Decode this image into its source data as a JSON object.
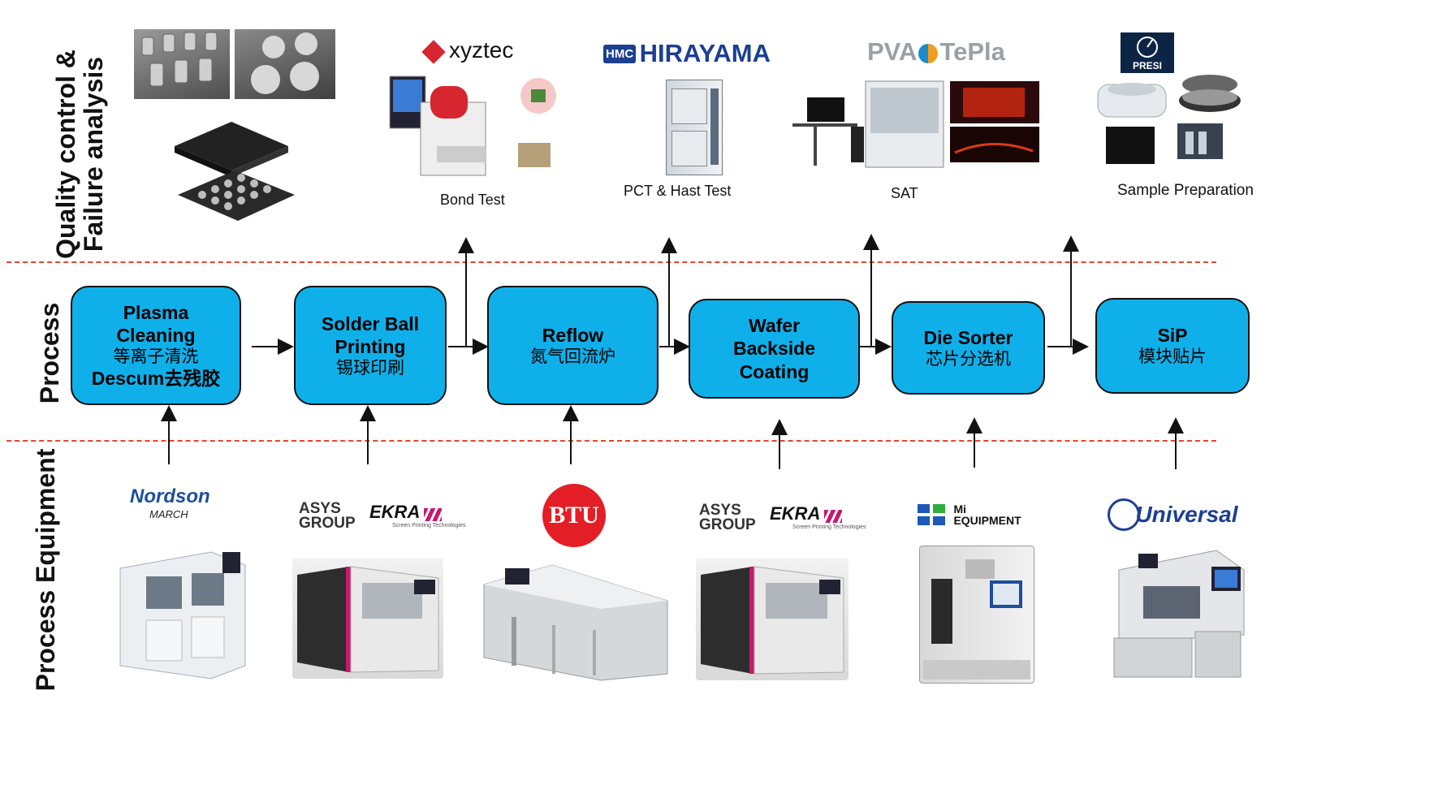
{
  "row_labels": {
    "qc_line1": "Quality  control &",
    "qc_line2": "Failure analysis",
    "process": "Process",
    "equipment": "Process Equipment"
  },
  "processes": [
    {
      "lines": [
        "Plasma",
        "Cleaning"
      ],
      "cn": "等离子清洗",
      "extra": "Descum去残胶"
    },
    {
      "lines": [
        "Solder Ball",
        "Printing"
      ],
      "cn": "锡球印刷",
      "extra": ""
    },
    {
      "lines": [
        "Reflow"
      ],
      "cn": "氮气回流炉",
      "extra": ""
    },
    {
      "lines": [
        "Wafer",
        "Backside",
        "Coating"
      ],
      "cn": "",
      "extra": ""
    },
    {
      "lines": [
        "Die Sorter"
      ],
      "cn": "芯片分选机",
      "extra": ""
    },
    {
      "lines": [
        "SiP"
      ],
      "cn": "模块贴片",
      "extra": ""
    }
  ],
  "qc_items": {
    "bond_test": "Bond Test",
    "pct_hast": "PCT & Hast Test",
    "sat": "SAT",
    "sample_prep": "Sample Preparation"
  },
  "qc_logos": {
    "xyztec": "xyztec",
    "hirayama_badge": "HMC",
    "hirayama": "HIRAYAMA",
    "pva": "PVA",
    "tepla": "TePla",
    "presi": "PRESI"
  },
  "equipment_logos": {
    "nordson": "Nordson",
    "nordson_sub": "MARCH",
    "asys_1": "ASYS",
    "asys_2": "GROUP",
    "ekra": "EKRA",
    "ekra_sub": "Screen Printing Technologies",
    "btu": "BTU",
    "mi_1": "Mi",
    "mi_2": "EQUIPMENT",
    "universal": "Universal"
  },
  "colors": {
    "process_fill": "#0fb0ea",
    "divider": "#e8452c",
    "xyztec_red": "#d7262f",
    "hirayama_blue": "#1b3f93",
    "btu_red": "#e41e26",
    "ekra_magenta": "#c8196e",
    "universal_blue": "#1c3f94"
  }
}
